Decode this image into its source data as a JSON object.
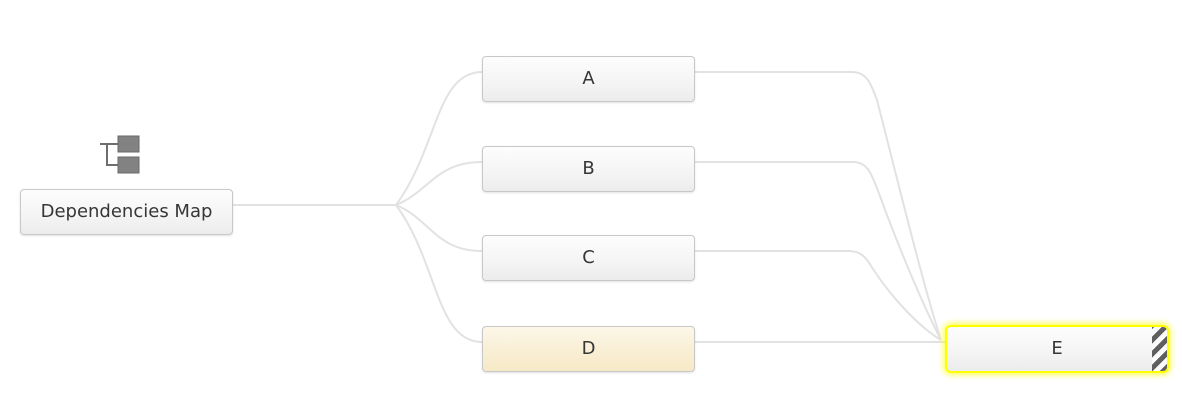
{
  "root_node": {
    "label": "Dependencies Map",
    "icon": "sitemap-icon"
  },
  "nodes": [
    {
      "id": "A",
      "label": "A",
      "state": "default"
    },
    {
      "id": "B",
      "label": "B",
      "state": "default"
    },
    {
      "id": "C",
      "label": "C",
      "state": "default"
    },
    {
      "id": "D",
      "label": "D",
      "state": "highlighted"
    },
    {
      "id": "E",
      "label": "E",
      "state": "selected"
    }
  ],
  "edges": [
    {
      "from": "Dependencies Map",
      "to": "A"
    },
    {
      "from": "Dependencies Map",
      "to": "B"
    },
    {
      "from": "Dependencies Map",
      "to": "C"
    },
    {
      "from": "Dependencies Map",
      "to": "D"
    },
    {
      "from": "A",
      "to": "E"
    },
    {
      "from": "B",
      "to": "E"
    },
    {
      "from": "C",
      "to": "E"
    },
    {
      "from": "D",
      "to": "E"
    }
  ],
  "colors": {
    "canvas_background": "#ffffff",
    "connector": "#e2e2e2",
    "node_border": "#c8c8c8",
    "node_background_top": "#fdfdfd",
    "node_background_bottom": "#ececec",
    "node_text": "#363636",
    "highlighted_background_top": "#fcf7e8",
    "highlighted_background_bottom": "#f6e9c6",
    "selection_border": "#ffff00",
    "stripe_dark": "#5f5f5f",
    "stripe_light": "#fafafa",
    "icon_gray": "#828282"
  }
}
